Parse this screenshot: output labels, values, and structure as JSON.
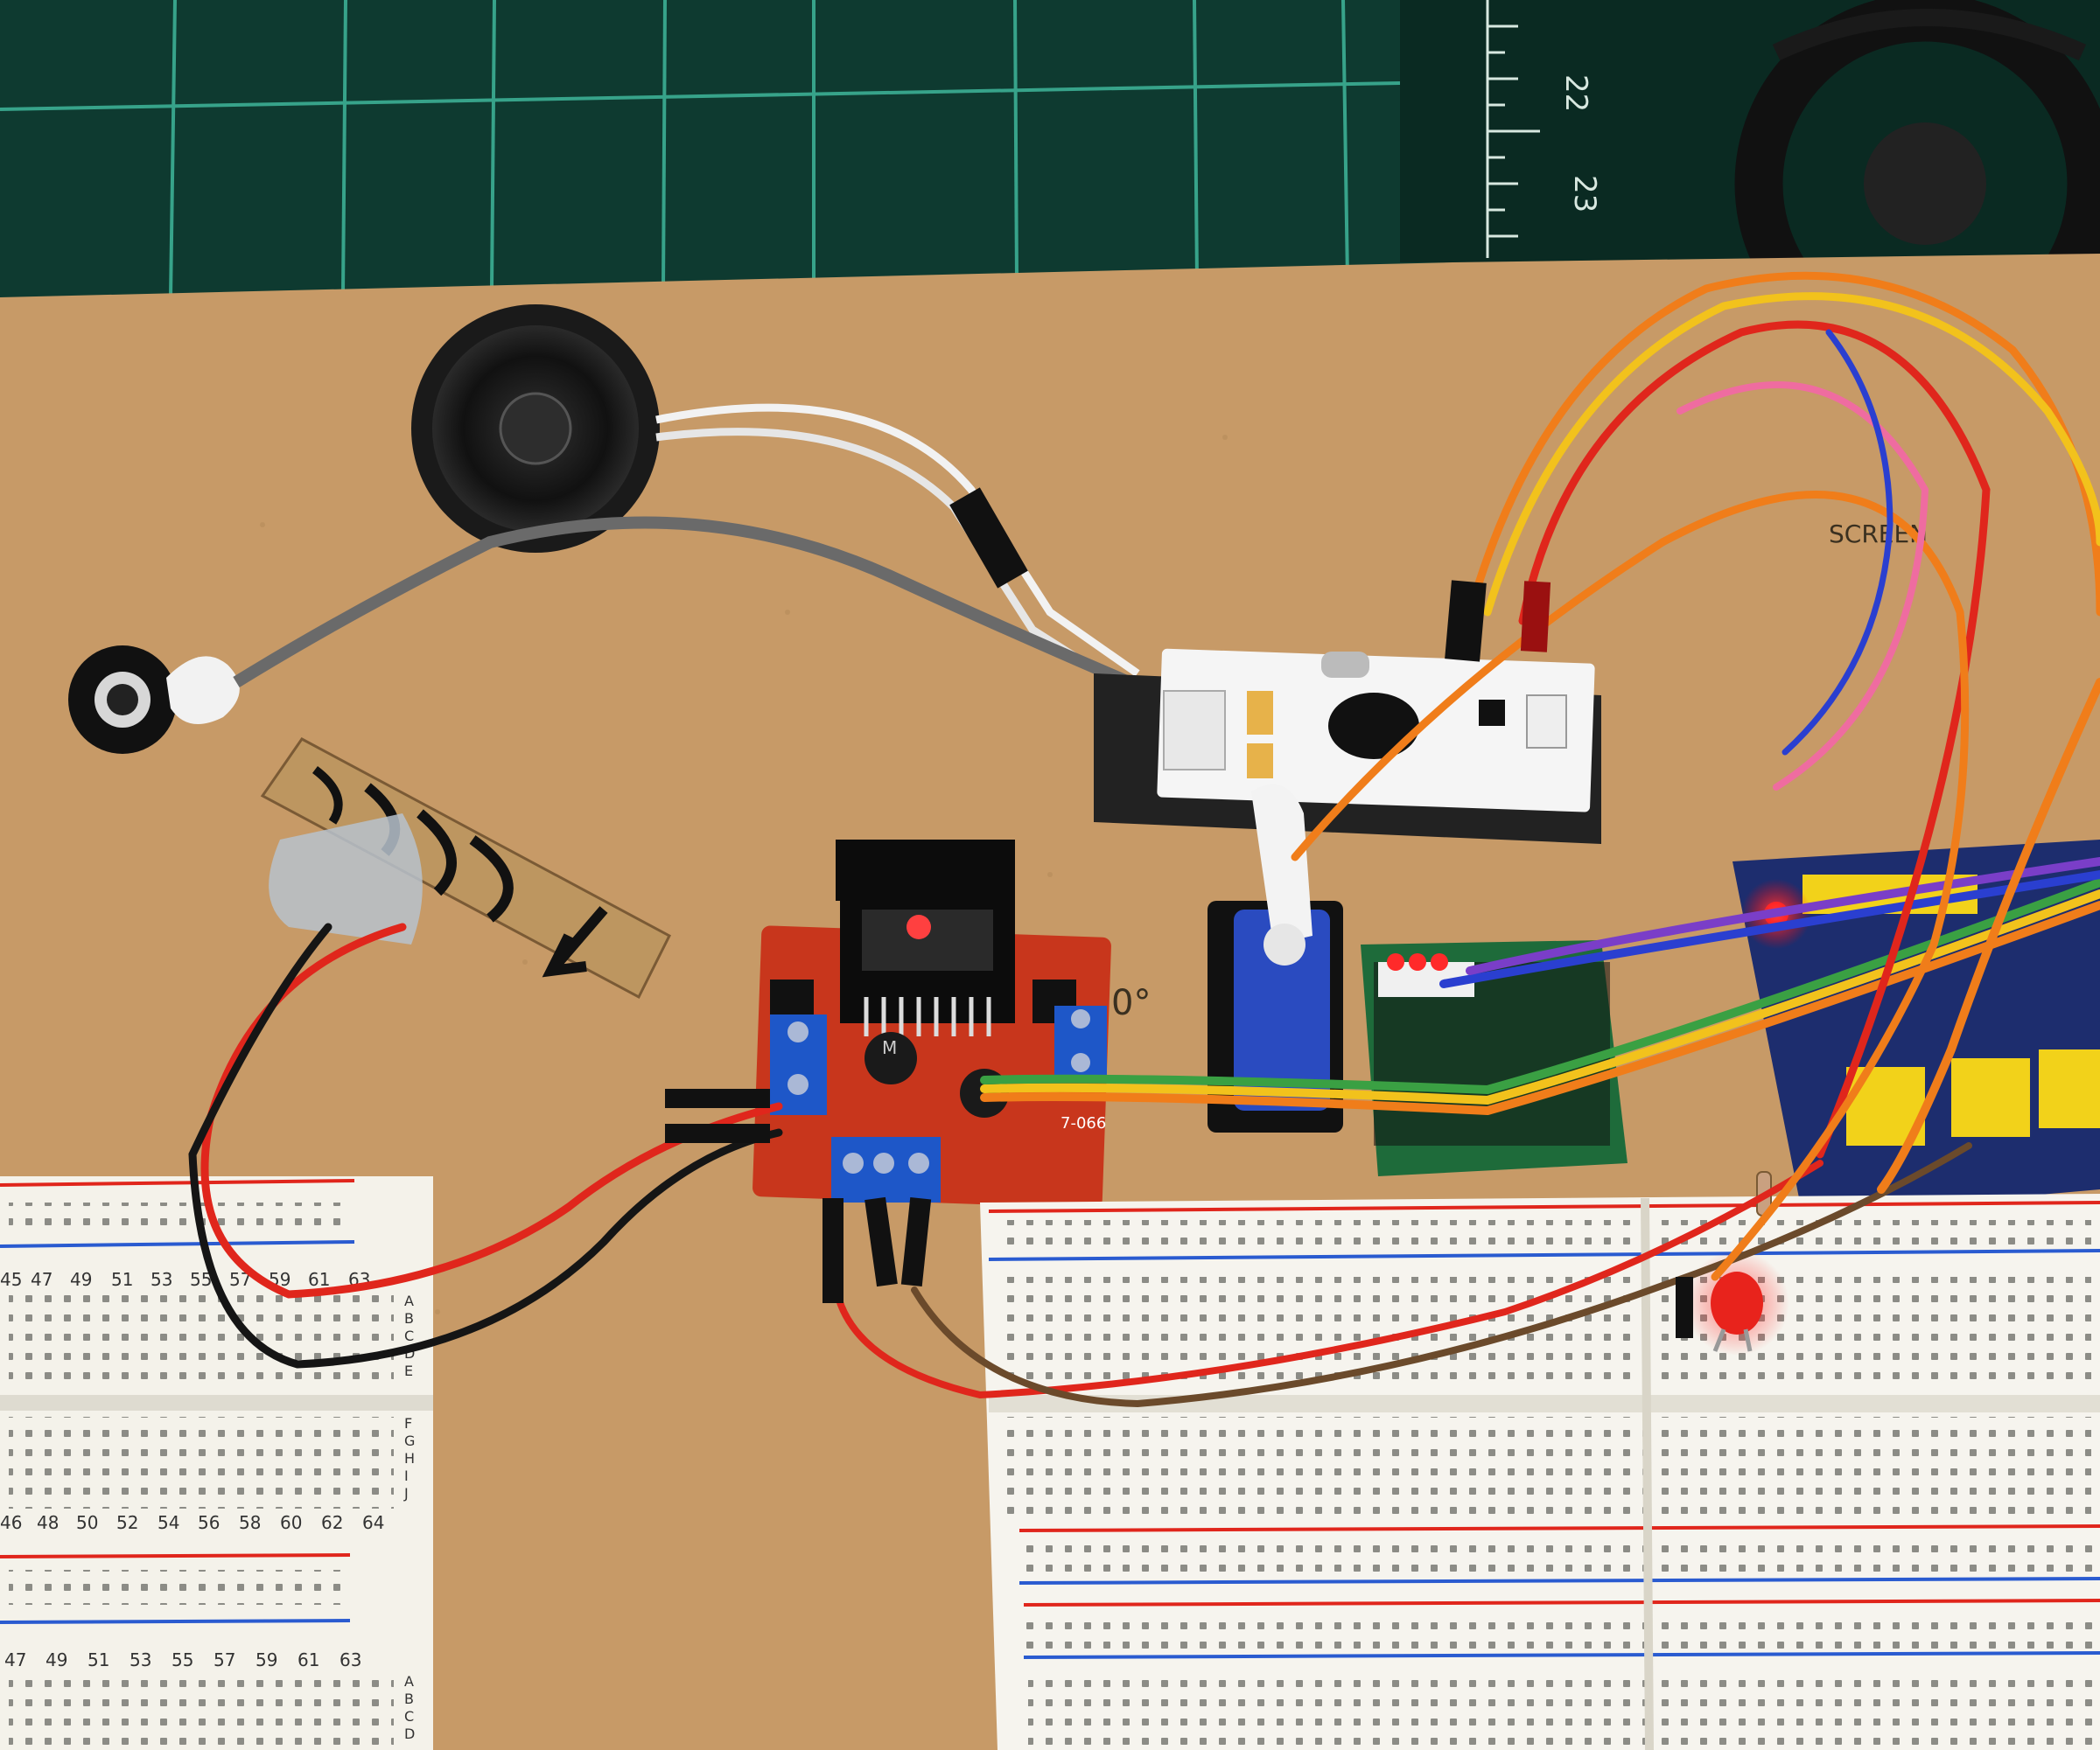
{
  "cutting_mat": {
    "ruler_numbers": [
      "22",
      "23"
    ]
  },
  "board_annotations": {
    "servo_angle": "0°",
    "screen_label": "SCREEN"
  },
  "breadboard_left": {
    "top_numbers": [
      "45",
      "47",
      "49",
      "51",
      "53",
      "55",
      "57",
      "59",
      "61",
      "63"
    ],
    "mid_numbers": [
      "46",
      "48",
      "50",
      "52",
      "54",
      "56",
      "58",
      "60",
      "62",
      "64"
    ],
    "bottom_numbers": [
      "47",
      "49",
      "51",
      "53",
      "55",
      "57",
      "59",
      "61",
      "63"
    ],
    "row_letters_top": [
      "A",
      "B",
      "C",
      "D",
      "E"
    ],
    "row_letters_bottom": [
      "F",
      "G",
      "H",
      "I",
      "J"
    ],
    "row_letters_lower": [
      "A",
      "B",
      "C",
      "D"
    ]
  },
  "motor_driver": {
    "capacitor_label": "M",
    "board_code": "7-066"
  },
  "colors": {
    "mdf": "#c79a67",
    "mat": "#0e3a30",
    "mat_grid": "#3fb69a",
    "driver_pcb": "#c8361c",
    "shield_pcb": "#1d2d6e",
    "screen_pcb": "#1e6b3a",
    "wire_red": "#e0261c",
    "wire_orange": "#f07d1a",
    "wire_yellow": "#f2c21c",
    "wire_black": "#151515"
  }
}
